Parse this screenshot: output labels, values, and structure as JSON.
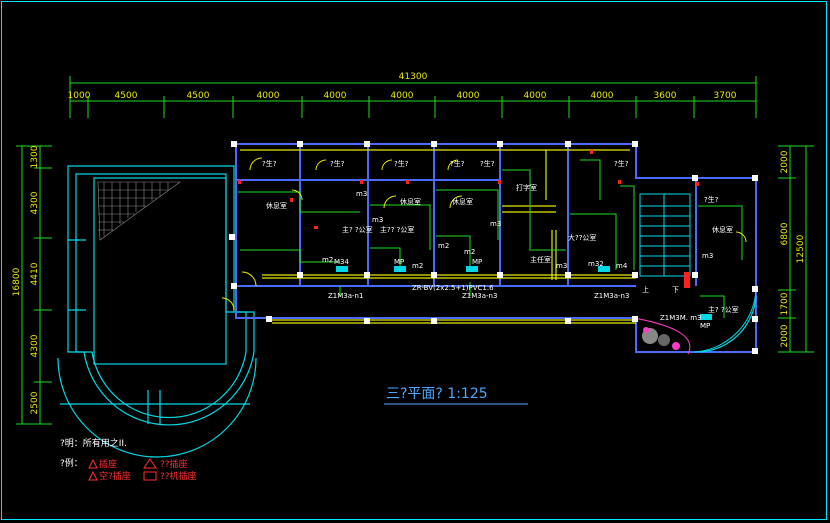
{
  "plan": {
    "title": "三?平面? 1:125",
    "dims": {
      "total": "41300",
      "top_segments": [
        "1000",
        "4500",
        "4500",
        "4000",
        "4000",
        "4000",
        "4000",
        "4000",
        "4000",
        "3600",
        "3700"
      ],
      "left_total": "16800",
      "left_segments": [
        "1300",
        "4300",
        "4410",
        "4300",
        "2500"
      ],
      "right_total": "12500",
      "right_segments": [
        "2000",
        "6800",
        "1700",
        "2000"
      ]
    },
    "rooms": {
      "wc1": "?生?",
      "wc2": "?生?",
      "wc3": "?生?",
      "wc4": "?生?",
      "wc5": "?生?",
      "wc6": "?生?",
      "wc7": "?生?",
      "rest1": "休息室",
      "rest2": "休息室",
      "rest3": "休息室",
      "rest4": "休息室",
      "office1": "主?\n?公室",
      "office2": "主??\n?公室",
      "print": "打字室",
      "supervisor": "主任室",
      "big_office": "大??公室",
      "office3": "主?\n?公室"
    },
    "labels": {
      "m3a": "m3",
      "m3b": "m3",
      "m3c": "m3",
      "m2a": "m2",
      "m2b": "m2",
      "m2c": "m2",
      "m2d": "m2",
      "m3d": "m3",
      "m4": "m4",
      "m3e": "m3",
      "m32": "m32",
      "m34": "M34",
      "mp1": "MP",
      "mp2": "MP",
      "mp3": "MP",
      "n1": "Z1M3a-n1",
      "n3a": "Z1M3a-n3",
      "n3b": "Z1M3a-n3",
      "feed": "ZR-BV(2x2.5+1)PVC1.6",
      "z1m": "Z1M3M. m3",
      "up": "上",
      "down": "下"
    },
    "notes": {
      "note_line": "?明：所有用之II.",
      "legend_title": "?例：",
      "leg1": "插座",
      "leg2": "??插座",
      "leg3": "空?插座",
      "leg4": "??机插座"
    }
  }
}
